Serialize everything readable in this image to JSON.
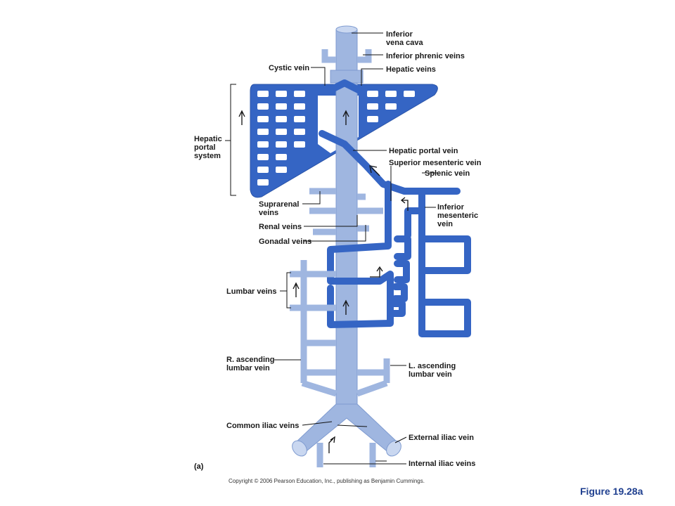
{
  "labels": {
    "ivc": [
      "Inferior",
      "vena cava"
    ],
    "inferior_phrenic": "Inferior phrenic veins",
    "cystic": "Cystic vein",
    "hepatic_veins": "Hepatic veins",
    "hepatic_portal_system": [
      "Hepatic",
      "portal",
      "system"
    ],
    "hepatic_portal_vein": "Hepatic portal vein",
    "superior_mesenteric": "Superior mesenteric vein",
    "splenic": "Splenic vein",
    "suprarenal": [
      "Suprarenal",
      "veins"
    ],
    "inferior_mesenteric": [
      "Inferior",
      "mesenteric",
      "vein"
    ],
    "renal": "Renal veins",
    "gonadal": "Gonadal veins",
    "lumbar": "Lumbar veins",
    "r_ascending_lumbar": [
      "R. ascending",
      "lumbar vein"
    ],
    "l_ascending_lumbar": [
      "L. ascending",
      "lumbar vein"
    ],
    "common_iliac": "Common iliac veins",
    "external_iliac": "External iliac vein",
    "internal_iliac": "Internal iliac veins"
  },
  "panel_letter": "(a)",
  "copyright": "Copyright © 2006 Pearson Education, Inc., publishing as Benjamin Cummings.",
  "figure_label": "Figure 19.28a",
  "colors": {
    "ivc_light_blue": "#9fb6e0",
    "portal_dark_blue": "#3565c4",
    "figure_label": "#1f3f8f"
  }
}
